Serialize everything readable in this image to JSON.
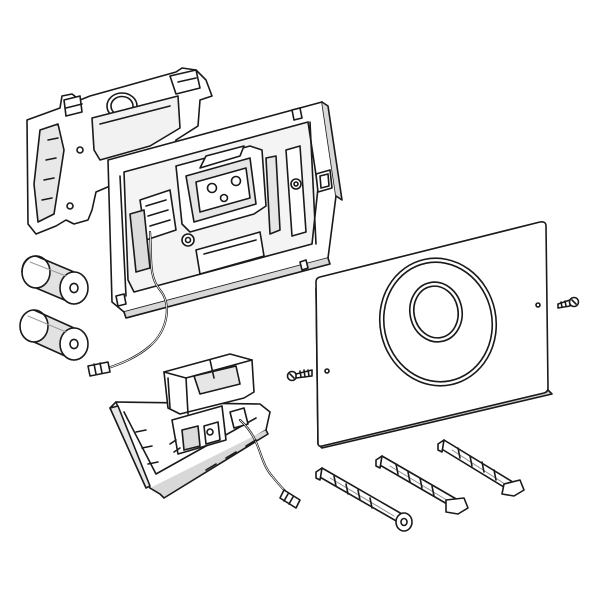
{
  "diagram": {
    "style": "exploded-view line drawing",
    "stroke_color": "#1a1a1a",
    "fill_light": "#ffffff",
    "fill_shade": "#e6e6e6",
    "fill_mid": "#cfcfcf",
    "parts": [
      {
        "id": "mounting-frame",
        "icon": "mounting-frame-icon"
      },
      {
        "id": "back-cover",
        "icon": "back-cover-icon"
      },
      {
        "id": "battery-1",
        "icon": "battery-icon"
      },
      {
        "id": "battery-2",
        "icon": "battery-icon"
      },
      {
        "id": "flush-plate",
        "icon": "flush-plate-icon"
      },
      {
        "id": "screw-left",
        "icon": "screw-icon"
      },
      {
        "id": "screw-right",
        "icon": "screw-icon"
      },
      {
        "id": "electronics-module",
        "icon": "electronics-module-icon"
      },
      {
        "id": "rod-1",
        "icon": "rod-icon"
      },
      {
        "id": "rod-2",
        "icon": "rod-icon"
      },
      {
        "id": "rod-3",
        "icon": "rod-icon"
      }
    ]
  }
}
